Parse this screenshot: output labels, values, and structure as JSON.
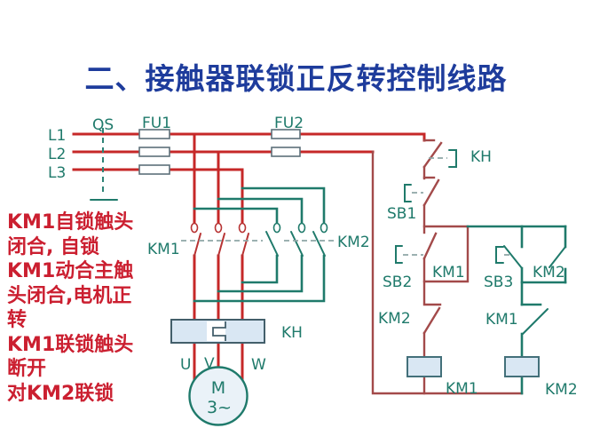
{
  "title": "二、接触器联锁正反转控制线路",
  "annotation": {
    "lines": [
      "KM1自锁触头",
      "闭合, 自锁",
      "KM1动合主触",
      "头闭合,电机正",
      "转",
      "KM1联锁触头",
      "断开",
      "对KM2联锁"
    ]
  },
  "labels": {
    "qs": "QS",
    "fu1": "FU1",
    "fu2": "FU2",
    "l1": "L1",
    "l2": "L2",
    "l3": "L3",
    "km1_main": "KM1",
    "km2_main": "KM2",
    "kh_box": "KH",
    "kh_contact": "KH",
    "sb1": "SB1",
    "sb2": "SB2",
    "sb3": "SB3",
    "km1_selflock": "KM1",
    "km2_aux": "KM2",
    "km2_interlock": "KM2",
    "km1_interlock": "KM1",
    "km1_coil": "KM1",
    "km2_coil": "KM2",
    "u": "U",
    "v": "V",
    "w": "W",
    "motor": "M",
    "motor_phase": "3~"
  },
  "colors": {
    "title_blue": "#1e3c9c",
    "annotation_red": "#cb1f30",
    "power_red": "#c62828",
    "control_maroon": "#a34a4a",
    "teal_green": "#1f7a6b",
    "box_fill_blue": "#d9e7f3",
    "background": "#ffffff"
  }
}
